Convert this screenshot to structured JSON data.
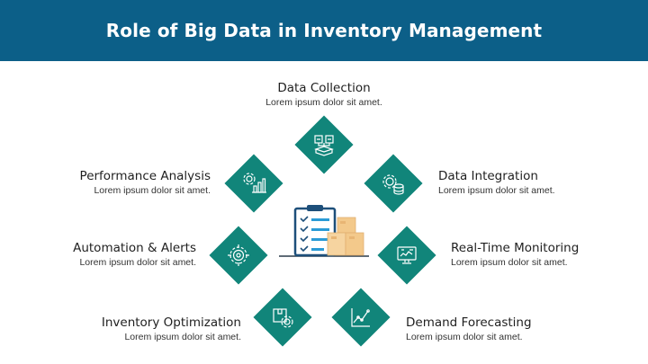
{
  "header": {
    "title": "Role of Big Data in Inventory Management"
  },
  "colors": {
    "header_bg": "#0c5f88",
    "diamond": "#11857a",
    "accent": "#f3c98b"
  },
  "center": {
    "icon": "clipboard-boxes-icon"
  },
  "nodes": [
    {
      "title": "Data Collection",
      "desc": "Lorem ipsum dolor sit amet.",
      "icon": "data-collection-icon"
    },
    {
      "title": "Data Integration",
      "desc": "Lorem ipsum dolor sit amet.",
      "icon": "gear-database-icon"
    },
    {
      "title": "Real-Time Monitoring",
      "desc": "Lorem ipsum dolor sit amet.",
      "icon": "monitor-chart-icon"
    },
    {
      "title": "Demand Forecasting",
      "desc": "Lorem ipsum dolor sit amet.",
      "icon": "trend-chart-icon"
    },
    {
      "title": "Inventory Optimization",
      "desc": "Lorem ipsum dolor sit amet.",
      "icon": "box-gear-icon"
    },
    {
      "title": "Automation & Alerts",
      "desc": "Lorem ipsum dolor sit amet.",
      "icon": "target-gear-icon"
    },
    {
      "title": "Performance Analysis",
      "desc": "Lorem ipsum dolor sit amet.",
      "icon": "gear-bar-chart-icon"
    }
  ]
}
